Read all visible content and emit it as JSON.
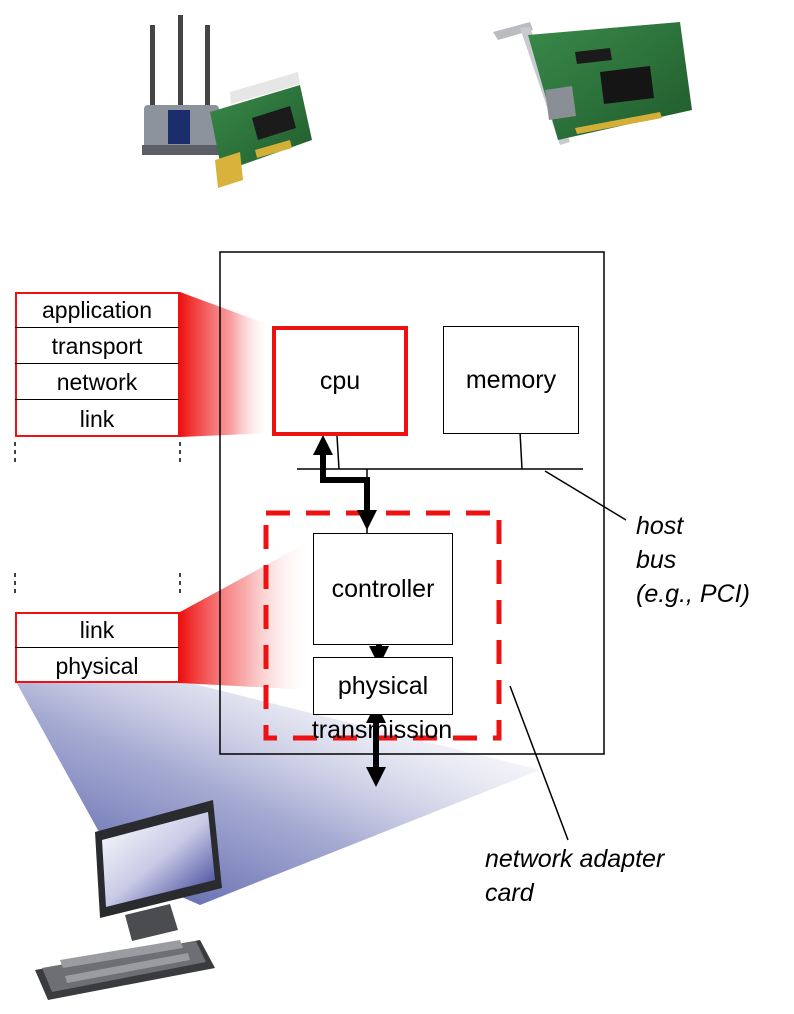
{
  "host_stack": [
    "application",
    "transport",
    "network",
    "link"
  ],
  "adapter_stack": [
    "link",
    "physical"
  ],
  "components": {
    "cpu": "cpu",
    "memory": "memory",
    "controller": "controller",
    "physical_line1": "physical",
    "physical_line2": "transmission"
  },
  "annotations": {
    "host_bus": [
      "host",
      "bus",
      "(e.g., PCI)"
    ],
    "adapter_card": [
      "network adapter",
      "card"
    ]
  },
  "colors": {
    "highlight_red": "#ee1111",
    "projection_blue": "#1e2a8c"
  },
  "icons": [
    "wireless-adapter-card-photo",
    "ethernet-adapter-card-photo",
    "desktop-computer-icon"
  ]
}
